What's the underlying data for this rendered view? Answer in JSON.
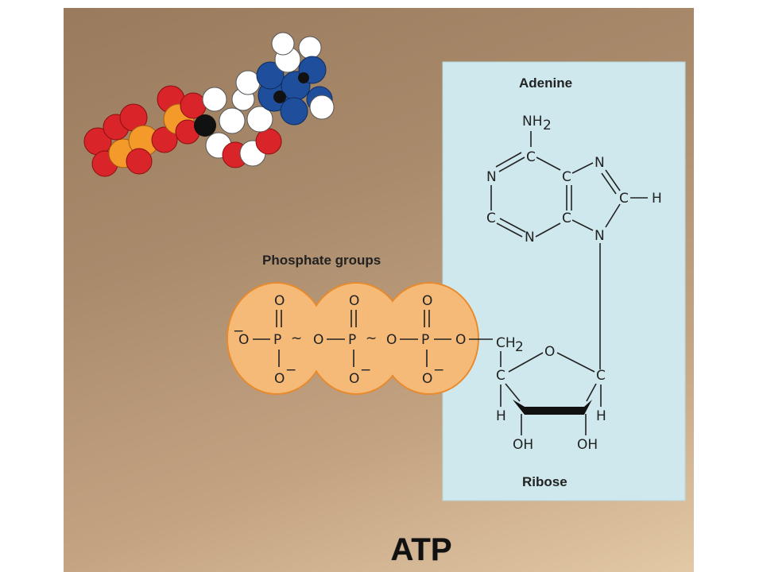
{
  "title": "ATP",
  "labels": {
    "adenine": "Adenine",
    "ribose": "Ribose",
    "phosphate_groups": "Phosphate groups"
  },
  "atoms": {
    "nh2": "NH",
    "nh2_sub": "2",
    "ch2": "CH",
    "ch2_sub": "2",
    "c": "C",
    "n": "N",
    "h": "H",
    "o": "O",
    "oh": "OH",
    "p": "P",
    "o_minus": "O",
    "minus": "−",
    "tilde": "~"
  },
  "colors": {
    "ribose_panel": "#cfe8ee",
    "phosphate_fill": "#f5b978",
    "phosphate_stroke": "#e98a2c",
    "atom_red": "#d9242a",
    "atom_orange": "#f39a2a",
    "atom_blue": "#1f4f9c",
    "atom_white": "#ffffff",
    "atom_black": "#111111"
  }
}
